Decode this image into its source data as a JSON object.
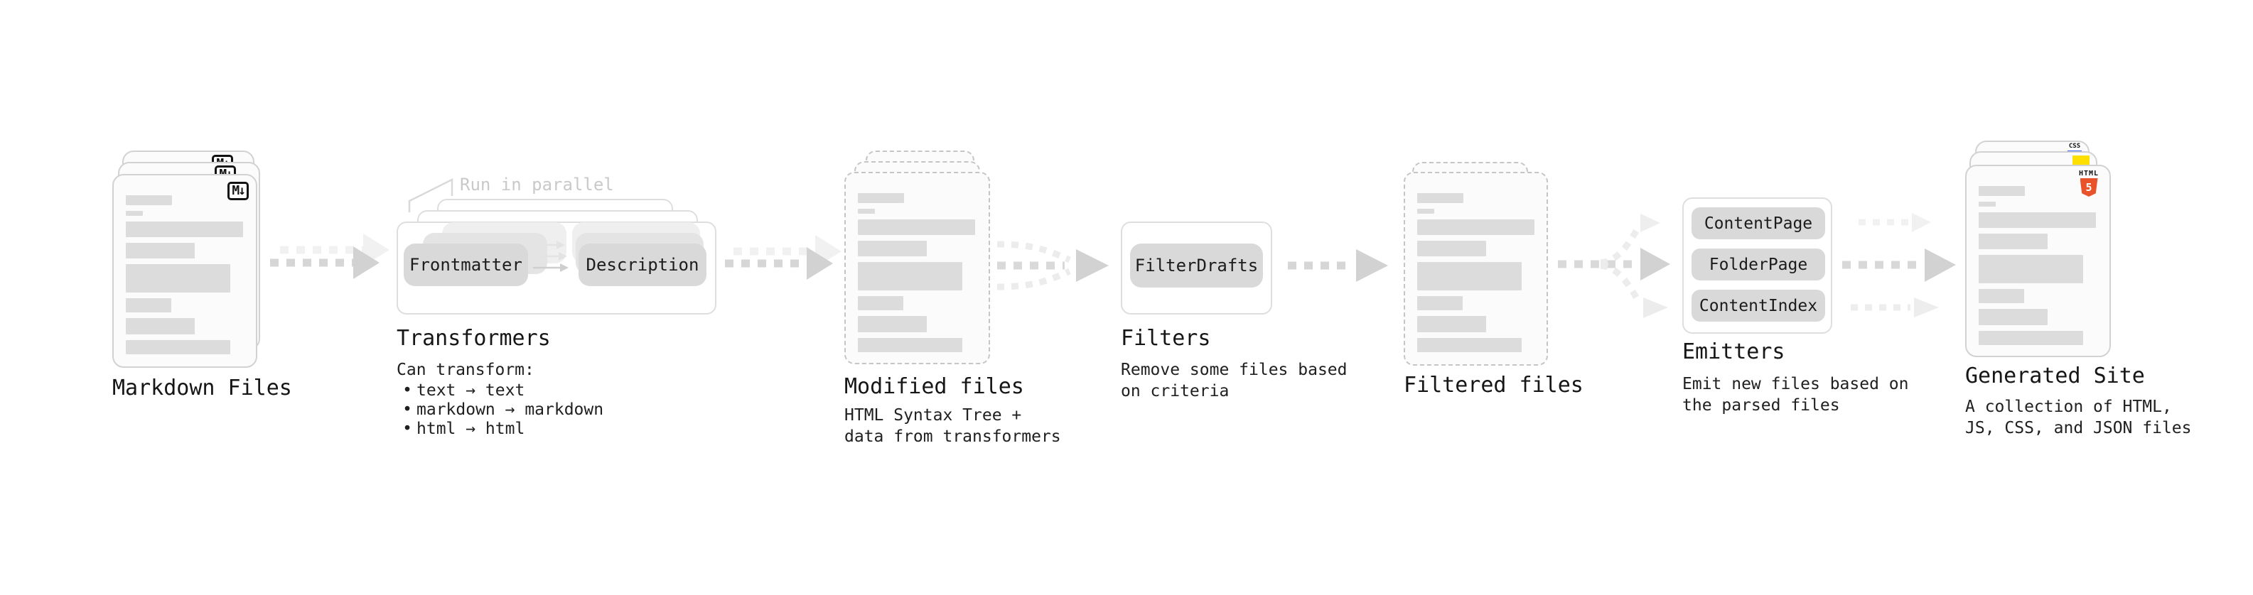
{
  "sections": {
    "markdown": {
      "title": "Markdown Files",
      "badge": "M↓"
    },
    "transformers": {
      "annotation": "Run in parallel",
      "frontmatter_label": "Frontmatter",
      "description_label": "Description",
      "title": "Transformers",
      "desc_heading": "Can transform:",
      "bullet": "•",
      "bullets": [
        "text → text",
        "markdown → markdown",
        "html → html"
      ]
    },
    "modified": {
      "title": "Modified files",
      "subtitle": "HTML Syntax Tree +\ndata from transformers"
    },
    "filters": {
      "title": "Filters",
      "filter_button": "FilterDrafts",
      "subtitle": "Remove some files based\non criteria"
    },
    "filtered": {
      "title": "Filtered files"
    },
    "emitters": {
      "title": "Emitters",
      "buttons": [
        "ContentPage",
        "FolderPage",
        "ContentIndex"
      ],
      "subtitle": "Emit new files based on\nthe parsed files"
    },
    "generated": {
      "title": "Generated Site",
      "subtitle": "A collection of HTML,\nJS, CSS, and JSON files",
      "html_badge_label": "HTML",
      "html_badge_number": "5",
      "css_badge_label": "CSS"
    }
  },
  "colors": {
    "html5_orange": "#E8532C",
    "js_yellow": "#FFDF00",
    "css_blue": "#2F62F4",
    "text": "#1A1A1A",
    "muted_annotation": "#C9C9C9",
    "placeholder_bar": "#DCDCDC",
    "arrow_dark": "#D2D2D2",
    "arrow_light": "#EFEFEF"
  }
}
